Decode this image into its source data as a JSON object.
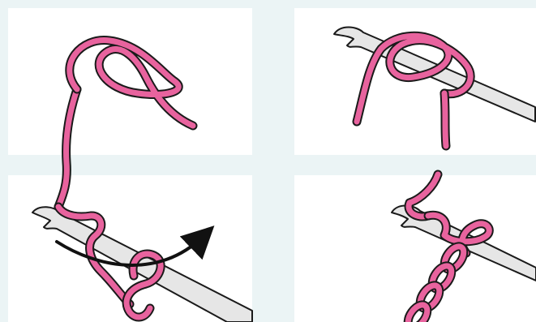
{
  "illustration": {
    "steps": [
      {
        "name": "step-1-slip-loop",
        "icon": "slip-loop-icon"
      },
      {
        "name": "step-2-hook-in-loop",
        "icon": "hook-in-loop-icon"
      },
      {
        "name": "step-3-yarn-over-pull-through",
        "icon": "yarn-over-arrow-icon"
      },
      {
        "name": "step-4-chain-stitches",
        "icon": "chain-stitch-icon"
      }
    ]
  },
  "colors": {
    "background": "#ebf4f5",
    "panel": "#ffffff",
    "yarn": "#e8639e",
    "outline": "#1a1a1a",
    "hook": "#e6e6e6",
    "arrow": "#111111"
  }
}
